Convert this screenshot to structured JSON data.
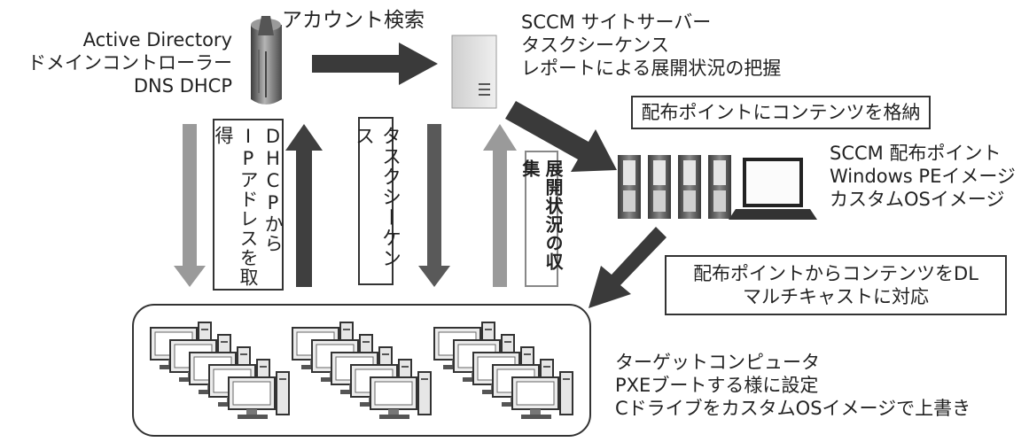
{
  "ad_server": {
    "label_lines": [
      "Active Directory",
      "ドメインコントローラー",
      "DNS DHCP"
    ]
  },
  "account_search": {
    "label": "アカウント検索"
  },
  "sccm_site_server": {
    "label_lines": [
      "SCCM サイトサーバー",
      "タスクシーケンス",
      "レポートによる展開状況の把握"
    ]
  },
  "store_content": {
    "label": "配布ポイントにコンテンツを格納"
  },
  "distribution_point": {
    "label_lines": [
      "SCCM 配布ポイント",
      "Windows PEイメージ",
      "カスタムOSイメージ"
    ]
  },
  "download_content": {
    "label_lines": [
      "配布ポイントからコンテンツをDL",
      "マルチキャストに対応"
    ]
  },
  "dhcp_ip": {
    "label_lines": [
      "DHCPから",
      "IPアドレスを取得"
    ]
  },
  "task_sequence": {
    "label": "タスクシーケンス"
  },
  "status_collection": {
    "label": "展開状況の収集"
  },
  "target_computers": {
    "label_lines": [
      "ターゲットコンピュータ",
      "PXEブートする様に設定",
      "CドライブをカスタムOSイメージで上書き"
    ]
  },
  "colors": {
    "arrow_dark": "#3a3a3a",
    "arrow_mid": "#595959",
    "arrow_light": "#9a9a9a",
    "server_body": "#dcdcdc",
    "tower_dark": "#555555",
    "monitor_fill": "#f2f2f2"
  }
}
